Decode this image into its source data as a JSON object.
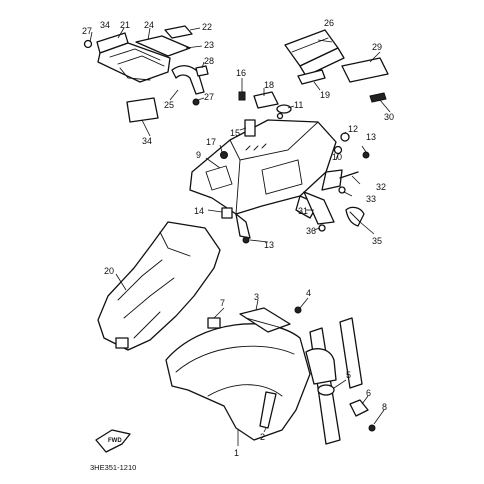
{
  "callouts": {
    "c1": "1",
    "c2": "2",
    "c3": "3",
    "c4": "4",
    "c5": "5",
    "c6": "6",
    "c7": "7",
    "c8": "8",
    "c9": "9",
    "c10": "10",
    "c11": "11",
    "c12": "12",
    "c13a": "13",
    "c13b": "13",
    "c14": "14",
    "c15": "15",
    "c16": "16",
    "c17": "17",
    "c18": "18",
    "c19": "19",
    "c20": "20",
    "c21": "21",
    "c22": "22",
    "c23": "23",
    "c24": "24",
    "c25": "25",
    "c26": "26",
    "c27a": "27",
    "c27b": "27",
    "c28": "28",
    "c29": "29",
    "c30": "30",
    "c31": "31",
    "c32": "32",
    "c33": "33",
    "c34a": "34",
    "c34b": "34",
    "c35": "35",
    "c36": "36"
  },
  "direction_label": "FWD",
  "figure_code": "3HE351-1210"
}
